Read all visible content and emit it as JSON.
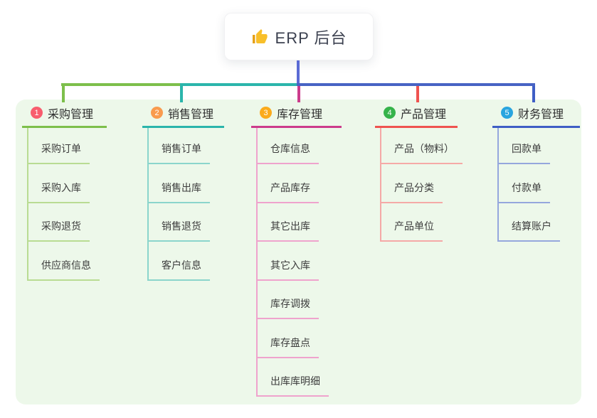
{
  "root": {
    "label": "ERP 后台",
    "icon": "thumbs-up-icon"
  },
  "branches": [
    {
      "badge": "1",
      "label": "采购管理",
      "badge_color": "#f85d6e",
      "line_color": "#7dbf4b",
      "light_line_color": "#b9dc93",
      "children": [
        "采购订单",
        "采购入库",
        "采购退货",
        "供应商信息"
      ]
    },
    {
      "badge": "2",
      "label": "销售管理",
      "badge_color": "#f99b4e",
      "line_color": "#2bb5ab",
      "light_line_color": "#8bd5cc",
      "children": [
        "销售订单",
        "销售出库",
        "销售退货",
        "客户信息"
      ]
    },
    {
      "badge": "3",
      "label": "库存管理",
      "badge_color": "#fbab1c",
      "line_color": "#cc3c8c",
      "light_line_color": "#efa3cd",
      "children": [
        "仓库信息",
        "产品库存",
        "其它出库",
        "其它入库",
        "库存调拨",
        "库存盘点",
        "出库库明细"
      ]
    },
    {
      "badge": "4",
      "label": "产品管理",
      "badge_color": "#35b34a",
      "line_color": "#ef5350",
      "light_line_color": "#f5a9a7",
      "children": [
        "产品（物料）",
        "产品分类",
        "产品单位"
      ]
    },
    {
      "badge": "5",
      "label": "财务管理",
      "badge_color": "#29a5df",
      "line_color": "#3f5ec5",
      "light_line_color": "#95a7dd",
      "children": [
        "回款单",
        "付款单",
        "结算账户"
      ]
    }
  ],
  "colors": {
    "root_connector": "#5b6bd5",
    "trunk_right": "#4763c4",
    "panel_background": "#edf8ea",
    "canvas_background": "#ffffff",
    "root_text": "#3c4150",
    "heading_text": "#2f2f2f",
    "child_text": "#3d3d3d",
    "thumb_icon": "#f8bf2a"
  }
}
